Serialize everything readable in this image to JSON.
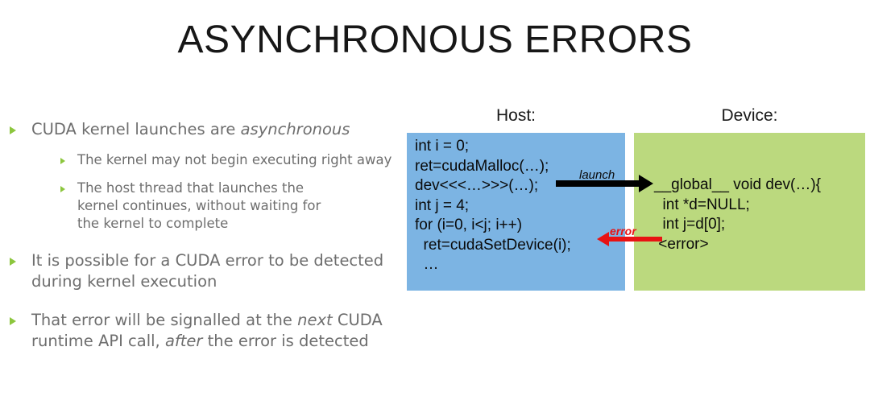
{
  "slide": {
    "title": "ASYNCHRONOUS ERRORS"
  },
  "bullets": [
    {
      "level": 1,
      "marker": "triangle-bullet-icon",
      "parts": [
        {
          "text": "CUDA kernel launches are ",
          "italic": false
        },
        {
          "text": "asynchronous",
          "italic": true
        }
      ]
    },
    {
      "level": 2,
      "marker": "triangle-bullet-icon",
      "parts": [
        {
          "text": "The kernel may not begin executing right away",
          "italic": false
        }
      ]
    },
    {
      "level": 2,
      "marker": "triangle-bullet-icon",
      "parts": [
        {
          "text": "The host thread that launches the kernel continues, without waiting for the kernel to complete",
          "italic": false
        }
      ]
    },
    {
      "level": 1,
      "marker": "triangle-bullet-icon",
      "parts": [
        {
          "text": "It is possible for a CUDA error to be detected during kernel execution",
          "italic": false
        }
      ]
    },
    {
      "level": 1,
      "marker": "triangle-bullet-icon",
      "parts": [
        {
          "text": "That error will be signalled at the ",
          "italic": false
        },
        {
          "text": "next",
          "italic": true
        },
        {
          "text": " CUDA runtime API call, ",
          "italic": false
        },
        {
          "text": "after",
          "italic": true
        },
        {
          "text": " the error is detected",
          "italic": false
        }
      ]
    }
  ],
  "diagram": {
    "host": {
      "label": "Host:",
      "color": "#7CB4E3",
      "code": "int i = 0;\nret=cudaMalloc(…);\ndev<<<…>>>(…);\nint j = 4;\nfor (i=0, i<j; i++)\n  ret=cudaSetDevice(i);\n  …"
    },
    "device": {
      "label": "Device:",
      "color": "#BBD97E",
      "code": "__global__ void dev(…){\n  int *d=NULL;\n  int j=d[0];\n <error>"
    },
    "arrows": [
      {
        "name": "launch-arrow",
        "label": "launch",
        "direction": "right",
        "color": "#000000"
      },
      {
        "name": "error-arrow",
        "label": "error",
        "direction": "left",
        "color": "#E81313"
      }
    ]
  }
}
